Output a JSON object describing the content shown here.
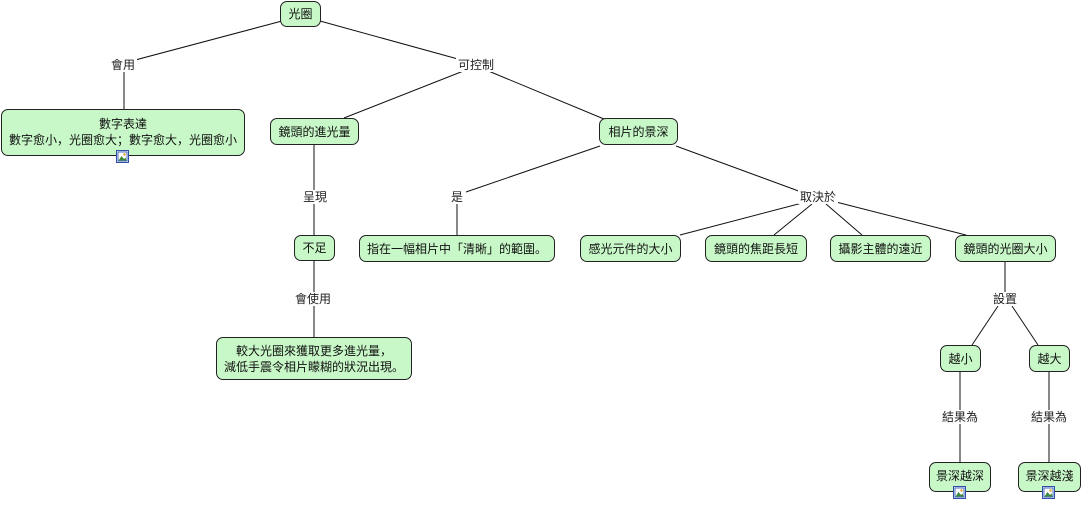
{
  "nodes": {
    "root": "光圈",
    "number_title": "數字表達",
    "number_desc": "數字愈小，光圈愈大；數字愈大，光圈愈小",
    "light": "鏡頭的進光量",
    "dof": "相片的景深",
    "insufficient": "不足",
    "definition": "指在一幅相片中「清晰」的範圍。",
    "sensor": "感光元件的大小",
    "focal": "鏡頭的焦距長短",
    "distance": "攝影主體的遠近",
    "aperture_size": "鏡頭的光圈大小",
    "bigger_line1": "較大光圈來獲取更多進光量，",
    "bigger_line2": "減低手震令相片矇糊的狀況出現。",
    "smaller": "越小",
    "larger": "越大",
    "deeper": "景深越深",
    "shallower": "景深越淺"
  },
  "labels": {
    "use": "會用",
    "control": "可控制",
    "present": "呈現",
    "is": "是",
    "depends": "取決於",
    "will_use": "會使用",
    "set": "設置",
    "result1": "結果為",
    "result2": "結果為"
  },
  "icons": [
    "image-icon",
    "image-icon",
    "image-icon"
  ],
  "colors": {
    "node_fill": "#c8f8c8",
    "border": "#222222",
    "line": "#111111"
  }
}
